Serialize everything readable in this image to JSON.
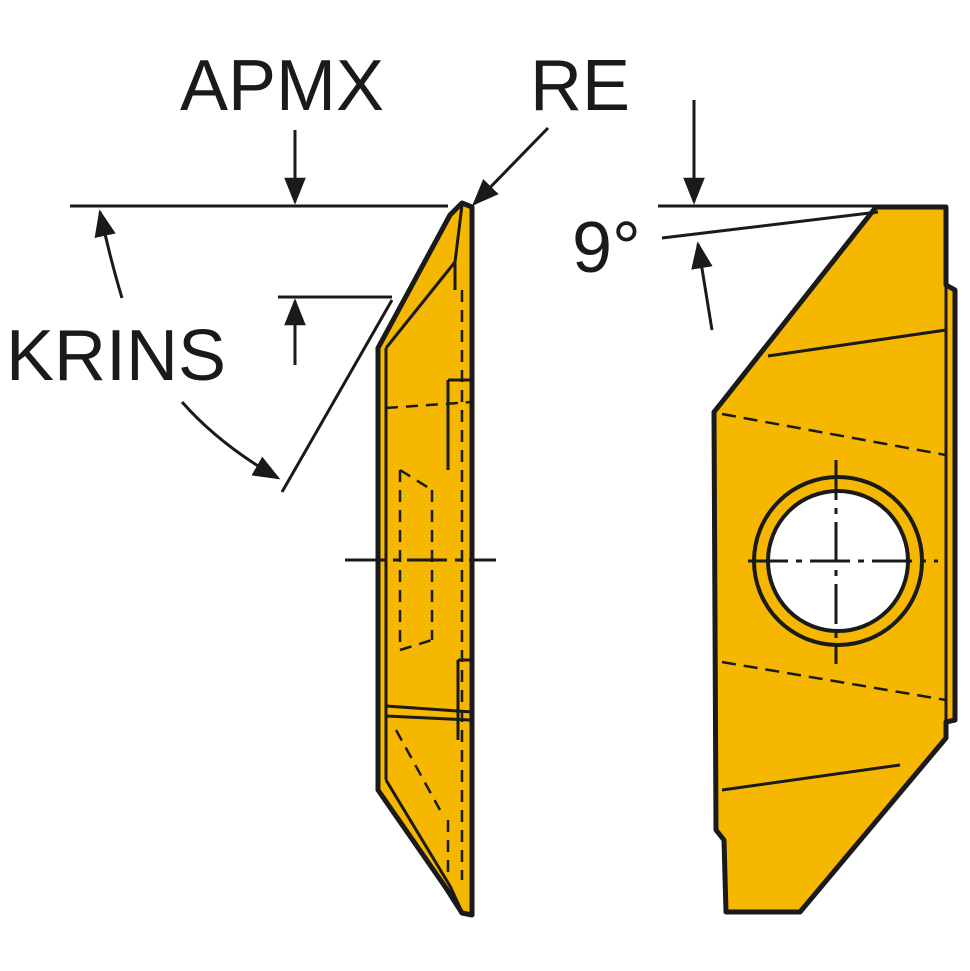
{
  "labels": {
    "apmx": "APMX",
    "re": "RE",
    "krins": "KRINS",
    "angle": "9°"
  },
  "colors": {
    "insert_fill": "#f5b700",
    "stroke": "#1a1a1a",
    "hole": "#ffffff",
    "background": "#ffffff"
  }
}
